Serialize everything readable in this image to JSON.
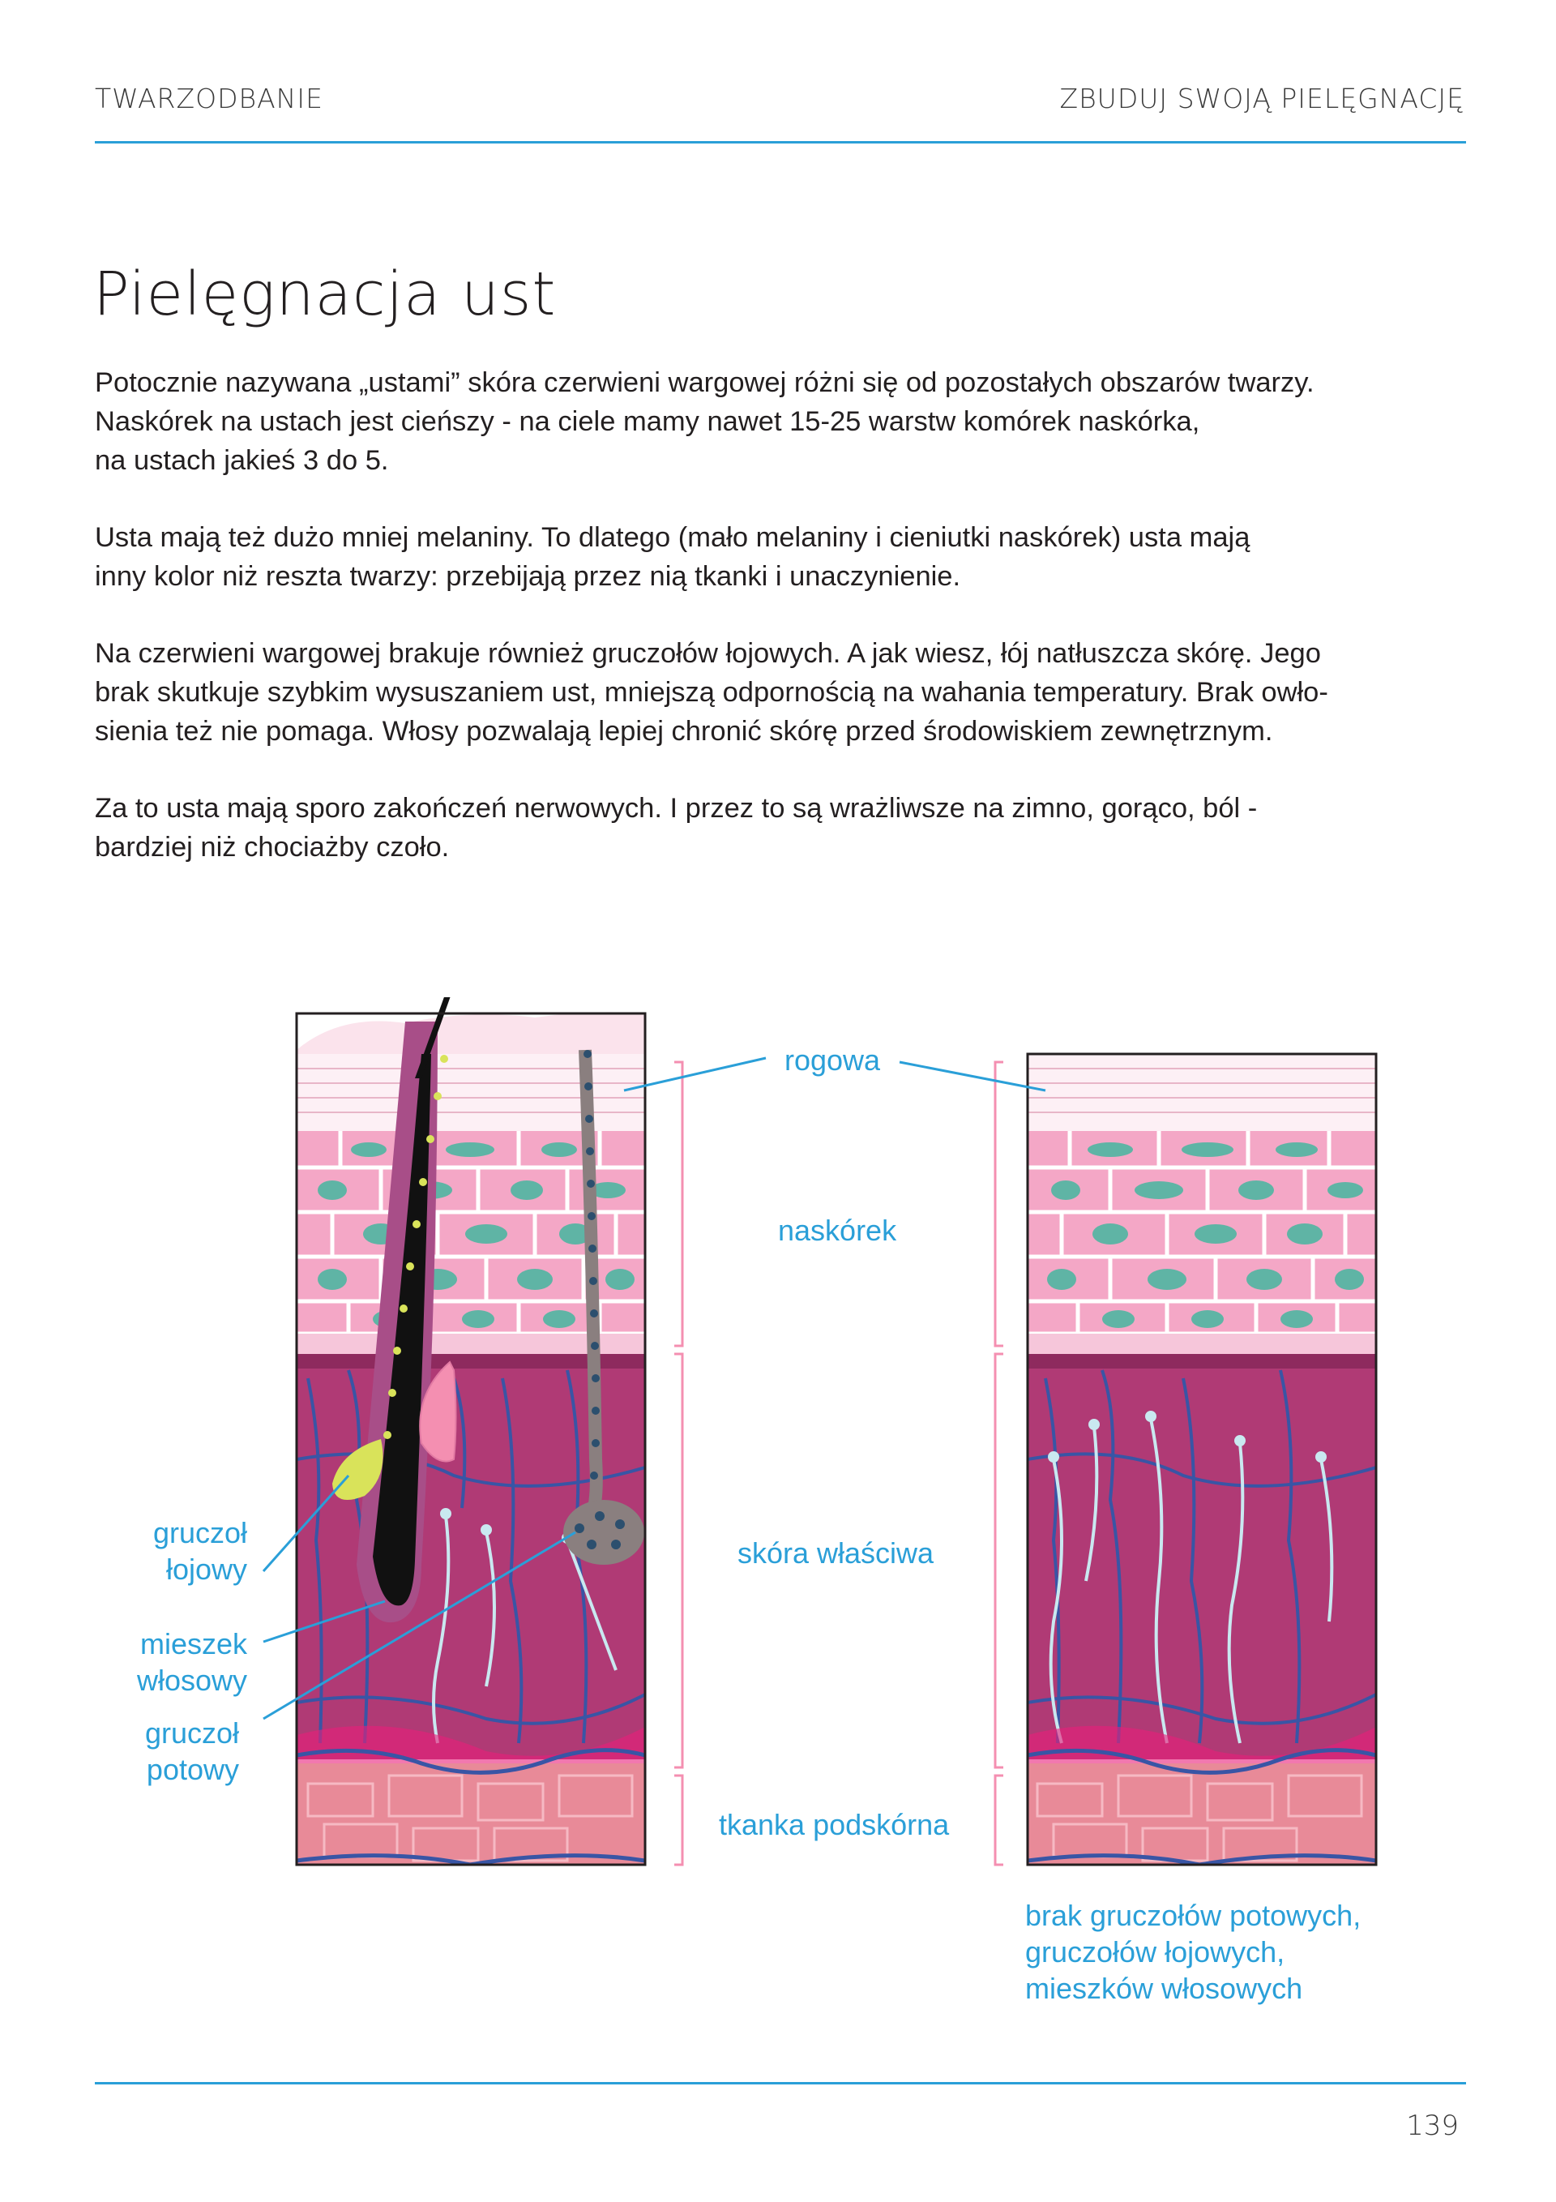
{
  "header": {
    "left": "TWARZODBANIE",
    "right": "ZBUDUJ SWOJĄ PIELĘGNACJĘ"
  },
  "title": "Pielęgnacja ust",
  "paragraphs": [
    "Potocznie nazywana „ustami” skóra czerwieni wargowej różni się od pozostałych obszarów twarzy.\nNaskórek na ustach jest cieńszy - na ciele mamy nawet 15-25 warstw komórek naskórka,\nna ustach jakieś 3 do 5.",
    "Usta mają też dużo mniej melaniny. To dlatego (mało melaniny i cieniutki naskórek) usta mają\ninny kolor niż reszta twarzy: przebijają przez nią tkanki i unaczynienie.",
    "Na czerwieni wargowej brakuje również gruczołów łojowych. A jak wiesz, łój natłuszcza skórę. Jego\nbrak skutkuje szybkim wysuszaniem ust, mniejszą odpornością na wahania temperatury. Brak owło-\nsienia też nie pomaga. Włosy pozwalają lepiej chronić skórę przed środowiskiem zewnętrznym.",
    "Za to usta mają sporo zakończeń nerwowych. I przez to są wrażliwsze na zimno, gorąco, ból -\nbardziej niż chociażby czoło."
  ],
  "diagram": {
    "labels": {
      "rogowa": "rogowa",
      "naskorek": "naskórek",
      "skora_wlasciwa": "skóra właściwa",
      "tkanka_podskorna": "tkanka podskórna",
      "gruczol_lojowy": "gruczoł\nłojowy",
      "mieszek_wlosowy": "mieszek\nwłosowy",
      "gruczol_potowy": "gruczoł\npotowy",
      "brak": "brak gruczołów potowych,\ngruczołów łojowych,\nmieszków włosowych"
    },
    "colors": {
      "accent": "#2a9fd8",
      "bracket": "#f48fb1",
      "stratum_corneum": "#fbe3ec",
      "epidermis": "#f4a7c6",
      "nucleus": "#5fb4a5",
      "dermis": "#b03a75",
      "vessels": "#3955a5",
      "nerves": "#c9e8f0",
      "subcutis": "#e88a98",
      "hair": "#111111",
      "sebaceous": "#d9e35a",
      "sweat_gland": "#8a7f7f"
    }
  },
  "page_number": "139"
}
